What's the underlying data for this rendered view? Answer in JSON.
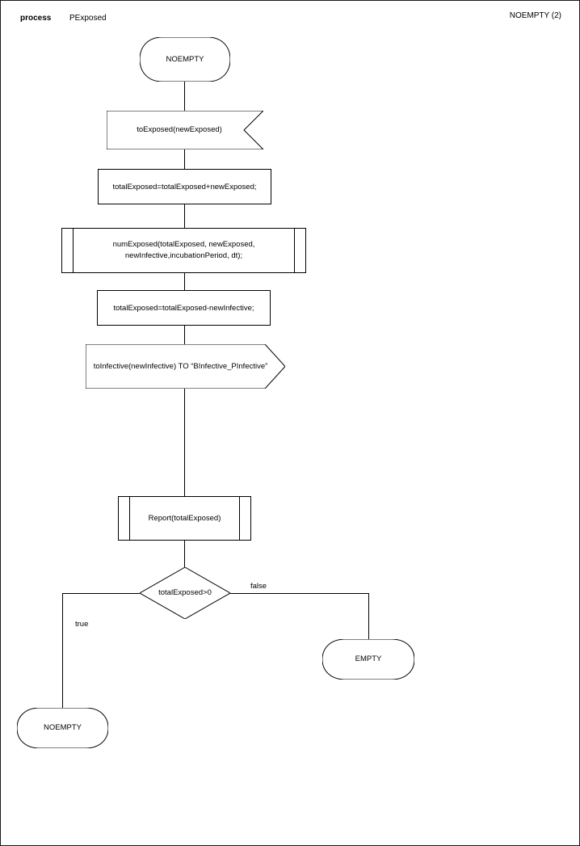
{
  "header": {
    "kind": "process",
    "name": "PExposed",
    "page_ref": "NOEMPTY (2)"
  },
  "nodes": {
    "start_state": {
      "label": "NOEMPTY"
    },
    "input_signal": {
      "label": "toExposed(newExposed)"
    },
    "assign_add": {
      "label": "totalExposed=totalExposed+newExposed;"
    },
    "proc_numexposed": {
      "line1": "numExposed(totalExposed, newExposed,",
      "line2": "newInfective,incubationPeriod, dt);"
    },
    "assign_sub": {
      "label": "totalExposed=totalExposed-newInfective;"
    },
    "output_signal": {
      "label": "toInfective(newInfective) TO “BInfective_PInfective”"
    },
    "proc_report": {
      "label": "Report(totalExposed)"
    },
    "decision": {
      "label": "totalExposed>0"
    },
    "empty_state": {
      "label": "EMPTY"
    },
    "noempty_state": {
      "label": "NOEMPTY"
    }
  },
  "edges": {
    "true_label": "true",
    "false_label": "false"
  }
}
